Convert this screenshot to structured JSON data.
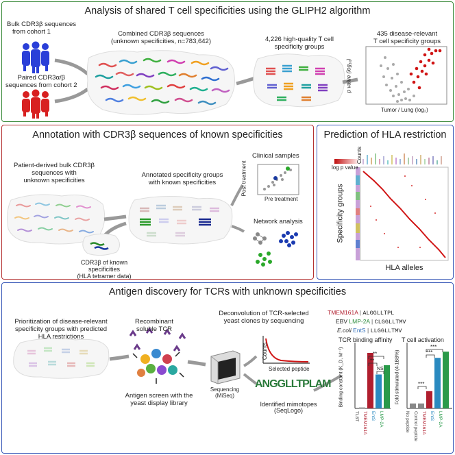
{
  "colors": {
    "panel_green": "#3a8a3a",
    "panel_red": "#b43232",
    "panel_blue": "#3a5ab8",
    "accent_red": "#c0151a"
  },
  "panel1": {
    "title": "Analysis of shared T cell specificities using the GLIPH2 algorithm",
    "bulk_label_1": "Bulk CDR3β sequences",
    "bulk_label_2": "from cohort 1",
    "paired_label_1": "Paired CDR3α/β",
    "paired_label_2": "sequences from cohort 2",
    "combined_label_1": "Combined CDR3β sequences",
    "combined_label_2": "(unknown specificities, n=783,642)",
    "groups_label_1": "4,226 high-quality T cell",
    "groups_label_2": "specificity groups",
    "disease_label_1": "435 disease-relevant",
    "disease_label_2": "T cell specificity groups",
    "volcano_ylabel": "p value (log₁₀)",
    "volcano_xlabel": "Tumor / Lung (log₂)"
  },
  "panel2": {
    "title": "Annotation with CDR3β sequences of known specificities",
    "patient_label_1": "Patient-derived bulk CDR3β",
    "patient_label_2": "sequences with",
    "patient_label_3": "unknown specificities",
    "annotated_label_1": "Annotated specificity groups",
    "annotated_label_2": "with known specificities",
    "known_label_1": "CDR3β of known",
    "known_label_2": "specificities",
    "known_label_3": "(HLA tetramer data)",
    "clinical_label": "Clinical samples",
    "post_label": "Post treatment",
    "pre_label": "Pre treatment",
    "network_label": "Network analysis"
  },
  "panel3": {
    "title": "Prediction of HLA restriction",
    "counts_label": "Counts",
    "logp_label": "log p value",
    "ylabel": "Specificity groups",
    "xlabel": "HLA alleles"
  },
  "panel4": {
    "title": "Antigen discovery for TCRs with unknown specificities",
    "prior_label_1": "Prioritization of disease-relevant",
    "prior_label_2": "specificity groups with predicted",
    "prior_label_3": "HLA restrictions",
    "recomb_label_1": "Recombinant",
    "recomb_label_2": "soluble TCR",
    "screen_label_1": "Antigen screen with the",
    "screen_label_2": "yeast display library",
    "deconv_label_1": "Deconvolution of TCR-selected",
    "deconv_label_2": "yeast clones by sequencing",
    "counts_label": "Counts",
    "selected_label": "Selected peptide",
    "seq_label_1": "Sequencing",
    "seq_label_2": "(MiSeq)",
    "mimo_label_1": "Identified mimotopes",
    "mimo_label_2": "(SeqLogo)",
    "seqlogo_text": "ANGGLLTPLAM",
    "peptides": [
      {
        "name": "TMEM161A",
        "prefix": "",
        "seq": "ALGGLLTPL",
        "color": "#b01e2e"
      },
      {
        "name": "LMP-2A",
        "prefix": "EBV",
        "seq": "CLGGLLTMV",
        "color": "#2a8a3a"
      },
      {
        "name": "EntS",
        "prefix": "E.coli",
        "seq": "LLGGLLTMV",
        "color": "#2a6ab8"
      }
    ],
    "binding_title": "TCR binding affinity",
    "binding_ylabel": "Binding constant (K_D, M⁻¹)",
    "activation_title": "T cell activation",
    "activation_ylabel": "Fold stimulated (4‑1BB%)",
    "sig_double": "**",
    "sig_triple": "***",
    "sig_ns": "NS"
  },
  "chart_binding": {
    "type": "bar",
    "categories": [
      "TL8T",
      "TMEM161A",
      "EntS",
      "LMP-2A"
    ],
    "colors": [
      "#bbbbbb",
      "#b01e2e",
      "#2a8ac0",
      "#2a9a4a"
    ],
    "values": [
      0.02,
      0.9,
      0.55,
      0.7
    ]
  },
  "chart_activation": {
    "type": "bar",
    "categories": [
      "No peptide",
      "Control peptide",
      "TMEM161A",
      "EntS",
      "LMP-2A"
    ],
    "colors": [
      "#888888",
      "#888888",
      "#b01e2e",
      "#2a8ac0",
      "#2a9a4a"
    ],
    "values": [
      0.08,
      0.08,
      0.28,
      0.82,
      0.92
    ]
  }
}
